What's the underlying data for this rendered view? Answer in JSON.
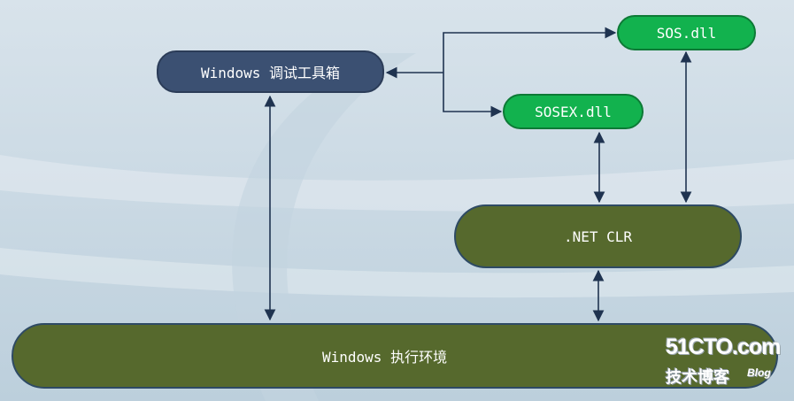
{
  "nodes": {
    "windows_tools": "Windows 调试工具箱",
    "sos": "SOS.dll",
    "sosex": "SOSEX.dll",
    "clr": ".NET CLR",
    "exec_env": "Windows 执行环境"
  },
  "watermark": {
    "site": "51CTO.com",
    "subtitle": "技术博客",
    "blog": "Blog"
  },
  "colors": {
    "background": "#cddbe6",
    "tools_node": "#3b5072",
    "dll_node": "#12b24e",
    "runtime_node": "#56692d",
    "arrow": "#1f3350"
  }
}
